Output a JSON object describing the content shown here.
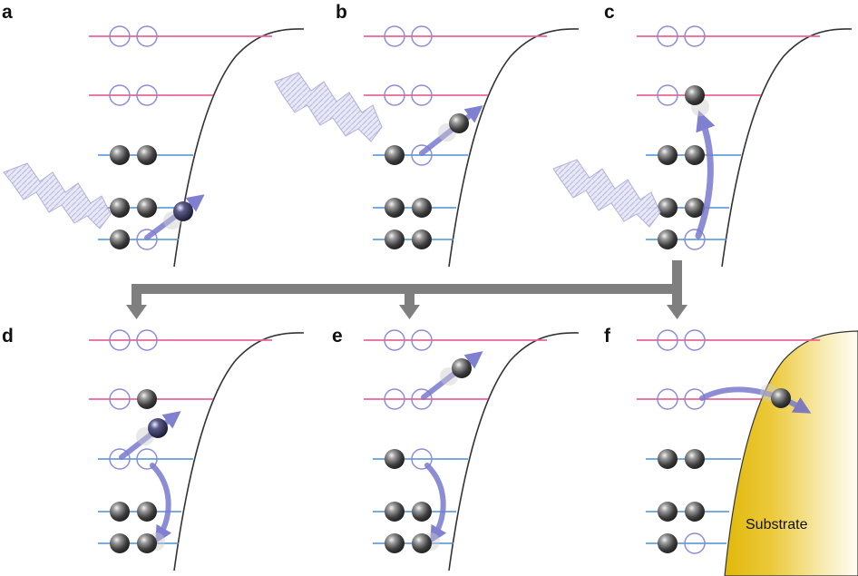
{
  "panels": [
    {
      "label": "a"
    },
    {
      "label": "b"
    },
    {
      "label": "c"
    },
    {
      "label": "d"
    },
    {
      "label": "e"
    },
    {
      "label": "f",
      "region_label": "Substrate"
    }
  ],
  "colors": {
    "upper_level": "#e8649a",
    "lower_level": "#4a90d6",
    "empty_state": "#8c8cdc",
    "arrow": "#7a7ad0",
    "connector": "#7f7f7f",
    "substrate": "#e8c21a"
  }
}
